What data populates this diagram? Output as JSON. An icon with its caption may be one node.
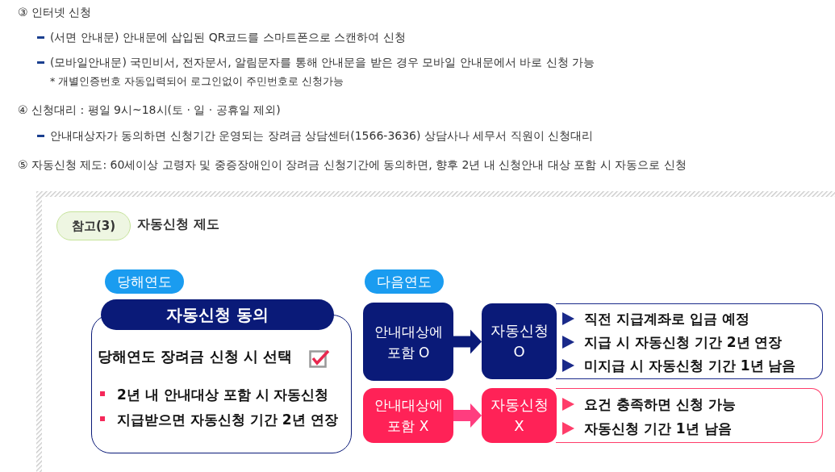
{
  "diagram": {
    "nodes": [
      {
        "text": [
          "참고(3)"
        ],
        "beside": [
          "자동신청 제도"
        ]
      },
      {
        "text": [
          "당해연도"
        ]
      },
      {
        "text": [
          "자동신청 동의",
          "당해연도 장려금 신청 시 선택",
          "2년 내 안내대상 포함 시 자동신청",
          "지급받으면 자동신청 기간 2년 연장"
        ]
      },
      {
        "text": [
          "다음연도"
        ]
      },
      {
        "text": [
          "안내대상에 포함 O"
        ]
      },
      {
        "text": [
          "자동신청 O"
        ]
      },
      {
        "text": [
          "직전 지급계좌로 입금 예정",
          "지급 시 자동신청 기간 2년 연장",
          "미지급 시 자동신청 기간 1년 남음"
        ]
      },
      {
        "text": [
          "안내대상에 포함 X"
        ]
      },
      {
        "text": [
          "자동신청 X"
        ]
      },
      {
        "text": [
          "요건 충족하면 신청 가능",
          "자동신청 기간 1년 남음"
        ]
      }
    ],
    "edges": [
      {
        "from": 4,
        "to": 5,
        "arrow": "to",
        "color": "#0a1a78"
      },
      {
        "from": 7,
        "to": 8,
        "arrow": "to",
        "color": "#ff3d7f"
      }
    ],
    "labels": [
      "③ 인터넷 신청",
      "(서면 안내문) 안내문에 삽입된 QR코드를 스마트폰으로 스캔하여 신청",
      "(모바일안내문) 국민비서, 전자문서, 알림문자를 통해 안내문을 받은 경우 모바일 안내문에서 바로 신청 가능",
      "* 개별인증번호 자동입력되어 로그인없이 주민번호로 신청가능",
      "④ 신청대리 : 평일 9시~18시(토 · 일 · 공휴일 제외)",
      "안내대상자가 동의하면 신청기간 운영되는 장려금 상담센터(1566-3636) 상담사나 세무서 직원이 신청대리",
      "⑤ 자동신청 제도: 60세이상 고령자 및 중증장애인이 장려금 신청기간에 동의하면, 향후 2년 내 신청안내 대상 포함 시 자동으로 신청"
    ]
  }
}
